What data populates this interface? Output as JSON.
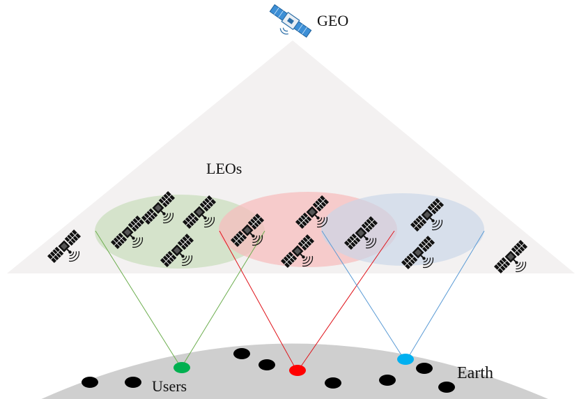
{
  "labels": {
    "geo": "GEO",
    "leos": "LEOs",
    "users": "Users",
    "earth": "Earth"
  },
  "icons": {
    "geo_satellite": "geo-satellite-icon",
    "leo_satellite": "leo-satellite-icon",
    "user_terminal": "user-terminal-icon"
  },
  "colors": {
    "geo_coverage_cone": "#f3f1f1",
    "earth_surface": "#cfcfcf",
    "cluster_green": "#cfe0c4",
    "cluster_red": "#f7bcbc",
    "cluster_blue": "#c8d6e8",
    "beam_green": "#6cae4e",
    "beam_red": "#e0141b",
    "beam_blue": "#5b9bd5",
    "user_green": "#00b050",
    "user_red": "#ff0000",
    "user_blue": "#00b0f0",
    "user_black": "#000000"
  },
  "clusters": [
    {
      "name": "green",
      "served_user_color": "green"
    },
    {
      "name": "red",
      "served_user_color": "red"
    },
    {
      "name": "blue",
      "served_user_color": "blue"
    }
  ]
}
